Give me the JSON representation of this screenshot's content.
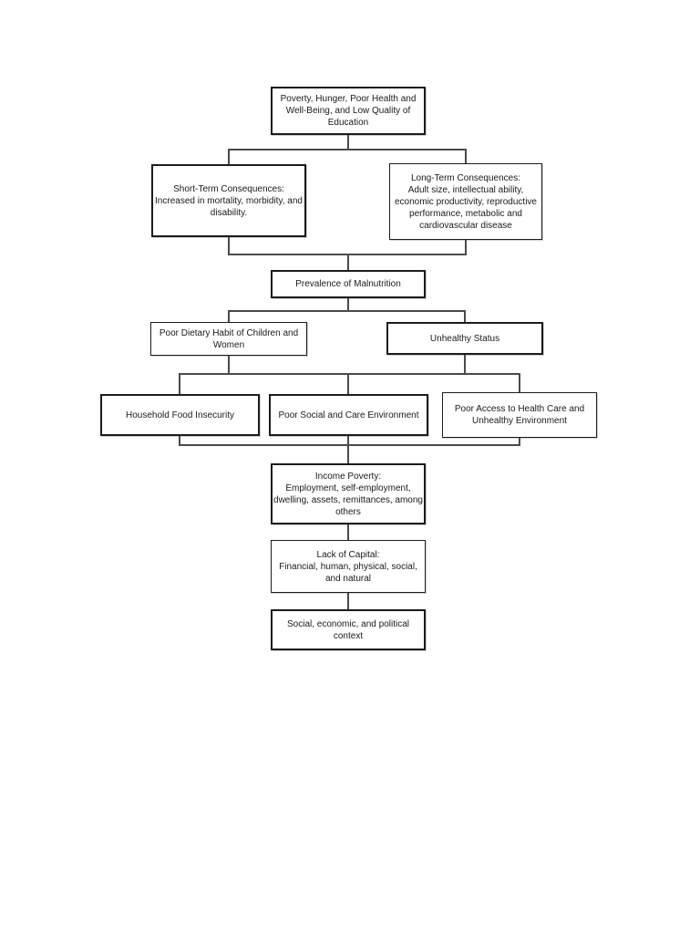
{
  "colors": {
    "page_bg": "#ffffff",
    "box_fill": "#ffffff",
    "box_border": "#1c1c1c",
    "connector": "#4a4a4a",
    "text": "#1a1a1a"
  },
  "diagram": {
    "type": "flowchart",
    "nodes": [
      {
        "id": "poverty-education",
        "text": "Poverty, Hunger, Poor Health and\nWell-Being, and Low Quality of\nEducation"
      },
      {
        "id": "short-term-consequences",
        "text": "Short-Term Consequences:\nIncreased in mortality, morbidity, and\ndisability."
      },
      {
        "id": "long-term-consequences",
        "text": "Long-Term Consequences:\nAdult size, intellectual ability,\neconomic productivity, reproductive\nperformance, metabolic and\ncardiovascular disease"
      },
      {
        "id": "prevalence-of-malnutrition",
        "text": "Prevalence of Malnutrition"
      },
      {
        "id": "poor-dietary-habit",
        "text": "Poor Dietary Habit of Children and\nWomen"
      },
      {
        "id": "unhealthy-status",
        "text": "Unhealthy Status"
      },
      {
        "id": "household-food-insecurity",
        "text": "Household Food Insecurity"
      },
      {
        "id": "poor-social-care-environment",
        "text": "Poor Social and Care Environment"
      },
      {
        "id": "poor-access-health-care",
        "text": "Poor Access to Health Care and\nUnhealthy Environment"
      },
      {
        "id": "income-poverty",
        "text": "Income Poverty:\nEmployment, self-employment,\ndwelling, assets, remittances, among\nothers"
      },
      {
        "id": "lack-of-capital",
        "text": "Lack of Capital:\nFinancial, human, physical, social,\nand natural"
      },
      {
        "id": "social-economic-political-context",
        "text": "Social, economic, and political\ncontext"
      }
    ],
    "edges": [
      [
        "poverty-education",
        "short-term-consequences"
      ],
      [
        "poverty-education",
        "long-term-consequences"
      ],
      [
        "short-term-consequences",
        "prevalence-of-malnutrition"
      ],
      [
        "long-term-consequences",
        "prevalence-of-malnutrition"
      ],
      [
        "prevalence-of-malnutrition",
        "poor-dietary-habit"
      ],
      [
        "prevalence-of-malnutrition",
        "unhealthy-status"
      ],
      [
        "poor-dietary-habit",
        "household-food-insecurity"
      ],
      [
        "poor-dietary-habit",
        "poor-social-care-environment"
      ],
      [
        "poor-dietary-habit",
        "poor-access-health-care"
      ],
      [
        "unhealthy-status",
        "household-food-insecurity"
      ],
      [
        "unhealthy-status",
        "poor-social-care-environment"
      ],
      [
        "unhealthy-status",
        "poor-access-health-care"
      ],
      [
        "household-food-insecurity",
        "income-poverty"
      ],
      [
        "poor-social-care-environment",
        "income-poverty"
      ],
      [
        "poor-access-health-care",
        "income-poverty"
      ],
      [
        "income-poverty",
        "lack-of-capital"
      ],
      [
        "lack-of-capital",
        "social-economic-political-context"
      ]
    ]
  }
}
